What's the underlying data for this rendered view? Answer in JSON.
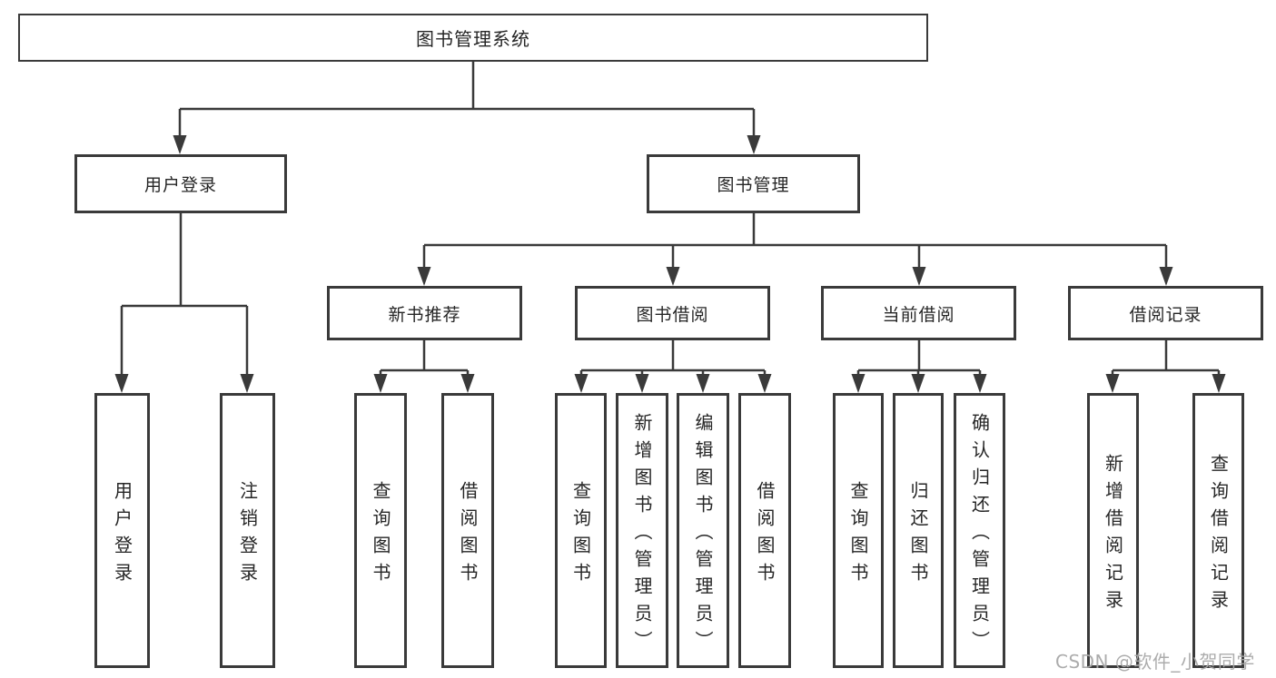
{
  "diagram": {
    "type": "hierarchy-tree",
    "root": {
      "label": "图书管理系统"
    },
    "level2": [
      {
        "label": "用户登录"
      },
      {
        "label": "图书管理"
      }
    ],
    "level3": [
      {
        "label": "新书推荐",
        "parent": "图书管理"
      },
      {
        "label": "图书借阅",
        "parent": "图书管理"
      },
      {
        "label": "当前借阅",
        "parent": "图书管理"
      },
      {
        "label": "借阅记录",
        "parent": "图书管理"
      }
    ],
    "leaves": [
      {
        "label": "用户登录",
        "parent": "用户登录"
      },
      {
        "label": "注销登录",
        "parent": "用户登录"
      },
      {
        "label": "查询图书",
        "parent": "新书推荐"
      },
      {
        "label": "借阅图书",
        "parent": "新书推荐"
      },
      {
        "label": "查询图书",
        "parent": "图书借阅"
      },
      {
        "label": "新增图书（管理员）",
        "parent": "图书借阅"
      },
      {
        "label": "编辑图书（管理员）",
        "parent": "图书借阅"
      },
      {
        "label": "借阅图书",
        "parent": "图书借阅"
      },
      {
        "label": "查询图书",
        "parent": "当前借阅"
      },
      {
        "label": "归还图书",
        "parent": "当前借阅"
      },
      {
        "label": "确认归还（管理员）",
        "parent": "当前借阅"
      },
      {
        "label": "新增借阅记录",
        "parent": "借阅记录"
      },
      {
        "label": "查询借阅记录",
        "parent": "借阅记录"
      }
    ]
  },
  "watermark": {
    "text": "CSDN @软件_小贺同学"
  },
  "colors": {
    "line": "#3a3a3a",
    "text": "#262626",
    "watermark": "#a8a8a8"
  }
}
